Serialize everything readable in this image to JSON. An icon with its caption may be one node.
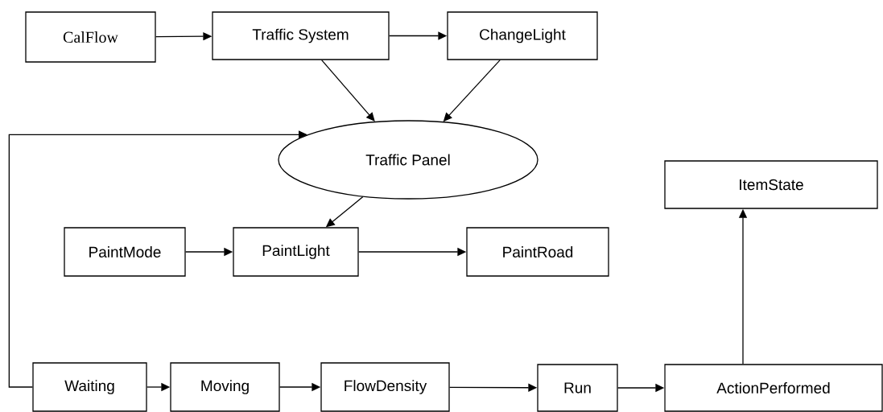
{
  "diagram": {
    "nodes": [
      {
        "text": [
          "CalFlow"
        ]
      },
      {
        "text": [
          "Traffic System"
        ]
      },
      {
        "text": [
          "ChangeLight"
        ]
      },
      {
        "text": [
          "Traffic Panel"
        ]
      },
      {
        "text": [
          "ItemState"
        ]
      },
      {
        "text": [
          "PaintMode"
        ]
      },
      {
        "text": [
          "PaintLight"
        ]
      },
      {
        "text": [
          "PaintRoad"
        ]
      },
      {
        "text": [
          "Waiting"
        ]
      },
      {
        "text": [
          "Moving"
        ]
      },
      {
        "text": [
          "FlowDensity"
        ]
      },
      {
        "text": [
          "Run"
        ]
      },
      {
        "text": [
          "ActionPerformed"
        ]
      }
    ],
    "edges": [
      {
        "from": 0,
        "to": 1,
        "arrow": "to"
      },
      {
        "from": 1,
        "to": 2,
        "arrow": "to"
      },
      {
        "from": 1,
        "to": 3,
        "arrow": "to"
      },
      {
        "from": 2,
        "to": 3,
        "arrow": "to"
      },
      {
        "from": 8,
        "to": 3,
        "arrow": "to"
      },
      {
        "from": 3,
        "to": 6,
        "arrow": "to"
      },
      {
        "from": 5,
        "to": 6,
        "arrow": "to"
      },
      {
        "from": 6,
        "to": 7,
        "arrow": "to"
      },
      {
        "from": 8,
        "to": 9,
        "arrow": "to"
      },
      {
        "from": 9,
        "to": 10,
        "arrow": "to"
      },
      {
        "from": 10,
        "to": 11,
        "arrow": "to"
      },
      {
        "from": 11,
        "to": 12,
        "arrow": "to"
      },
      {
        "from": 12,
        "to": 4,
        "arrow": "to"
      }
    ]
  }
}
